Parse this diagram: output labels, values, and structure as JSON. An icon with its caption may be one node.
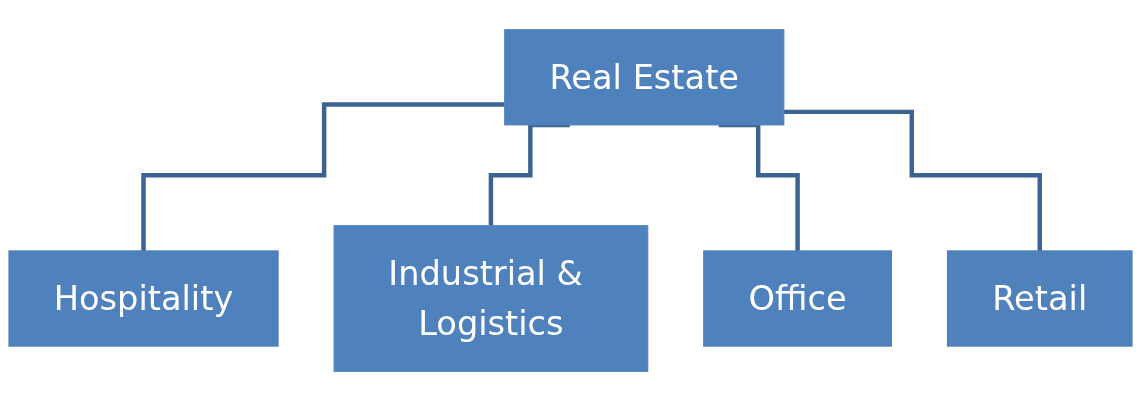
{
  "diagram": {
    "nodes": [
      {
        "text": [
          "Real Estate"
        ]
      },
      {
        "text": [
          "Hospitality"
        ]
      },
      {
        "text": [
          "Industrial & Logistics"
        ]
      },
      {
        "text": [
          "Office"
        ]
      },
      {
        "text": [
          "Retail"
        ]
      }
    ],
    "edges": [
      {
        "from": 0,
        "to": 1,
        "arrow": "none"
      },
      {
        "from": 0,
        "to": 2,
        "arrow": "none"
      },
      {
        "from": 0,
        "to": 3,
        "arrow": "none"
      },
      {
        "from": 0,
        "to": 4,
        "arrow": "none"
      }
    ]
  }
}
